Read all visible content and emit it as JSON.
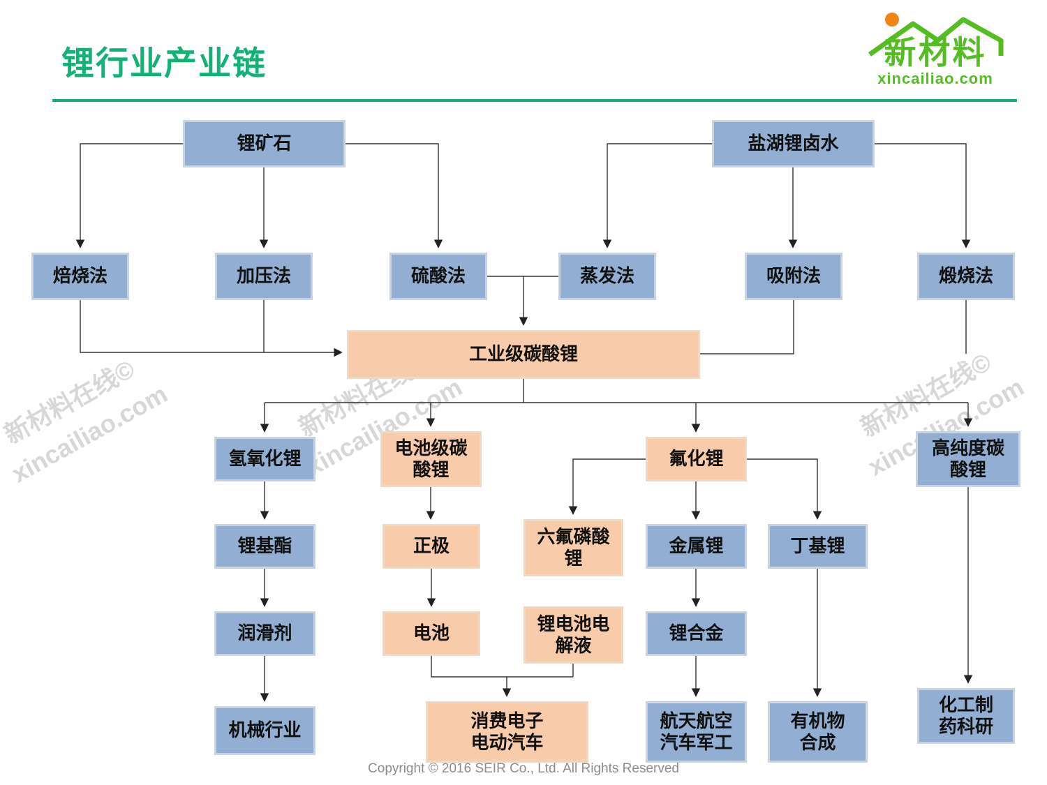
{
  "header": {
    "title": "锂行业产业链"
  },
  "logo": {
    "brand": "新材料",
    "domain": "xincailiao.com"
  },
  "watermark": {
    "line1": "新材料在线©",
    "line2": "xincailiao.com"
  },
  "footer": {
    "copyright": "Copyright © 2016  SEIR Co., Ltd. All Rights Reserved"
  },
  "colors": {
    "title_green": "#12b277",
    "logo_green": "#54bd1f",
    "logo_orange": "#f08415",
    "node_blue": "#92aed3",
    "node_blue_border": "#c9d2df",
    "node_orange": "#f8cbaa",
    "node_orange_border": "#eedac3",
    "line": "#333333"
  },
  "nodes": [
    {
      "id": "lithium-ore",
      "label": "锂矿石",
      "color": "blue"
    },
    {
      "id": "salt-lake-brine",
      "label": "盐湖锂卤水",
      "color": "blue"
    },
    {
      "id": "roasting",
      "label": "焙烧法",
      "color": "blue"
    },
    {
      "id": "pressurization",
      "label": "加压法",
      "color": "blue"
    },
    {
      "id": "sulfuric-acid",
      "label": "硫酸法",
      "color": "blue"
    },
    {
      "id": "evaporation",
      "label": "蒸发法",
      "color": "blue"
    },
    {
      "id": "adsorption",
      "label": "吸附法",
      "color": "blue"
    },
    {
      "id": "calcination",
      "label": "煅烧法",
      "color": "blue"
    },
    {
      "id": "industrial-li2co3",
      "label": "工业级碳酸锂",
      "color": "orange"
    },
    {
      "id": "lioh",
      "label": "氢氧化锂",
      "color": "blue"
    },
    {
      "id": "battery-li2co3",
      "label": "电池级碳\n酸锂",
      "color": "orange"
    },
    {
      "id": "lif",
      "label": "氟化锂",
      "color": "orange"
    },
    {
      "id": "high-purity-li2co3",
      "label": "高纯度碳\n酸锂",
      "color": "blue"
    },
    {
      "id": "li-ester",
      "label": "锂基酯",
      "color": "blue"
    },
    {
      "id": "cathode",
      "label": "正极",
      "color": "orange"
    },
    {
      "id": "lipf6",
      "label": "六氟磷酸\n锂",
      "color": "orange"
    },
    {
      "id": "li-metal",
      "label": "金属锂",
      "color": "blue"
    },
    {
      "id": "butyl-li",
      "label": "丁基锂",
      "color": "blue"
    },
    {
      "id": "lubricant",
      "label": "润滑剂",
      "color": "blue"
    },
    {
      "id": "battery",
      "label": "电池",
      "color": "orange"
    },
    {
      "id": "electrolyte",
      "label": "锂电池电\n解液",
      "color": "orange"
    },
    {
      "id": "li-alloy",
      "label": "锂合金",
      "color": "blue"
    },
    {
      "id": "machinery",
      "label": "机械行业",
      "color": "blue"
    },
    {
      "id": "consumer-ev",
      "label": "消费电子\n电动汽车",
      "color": "orange"
    },
    {
      "id": "aerospace",
      "label": "航天航空\n汽车军工",
      "color": "blue"
    },
    {
      "id": "organic-synthesis",
      "label": "有机物\n合成",
      "color": "blue"
    },
    {
      "id": "chemical-pharma",
      "label": "化工制\n药科研",
      "color": "blue"
    }
  ]
}
